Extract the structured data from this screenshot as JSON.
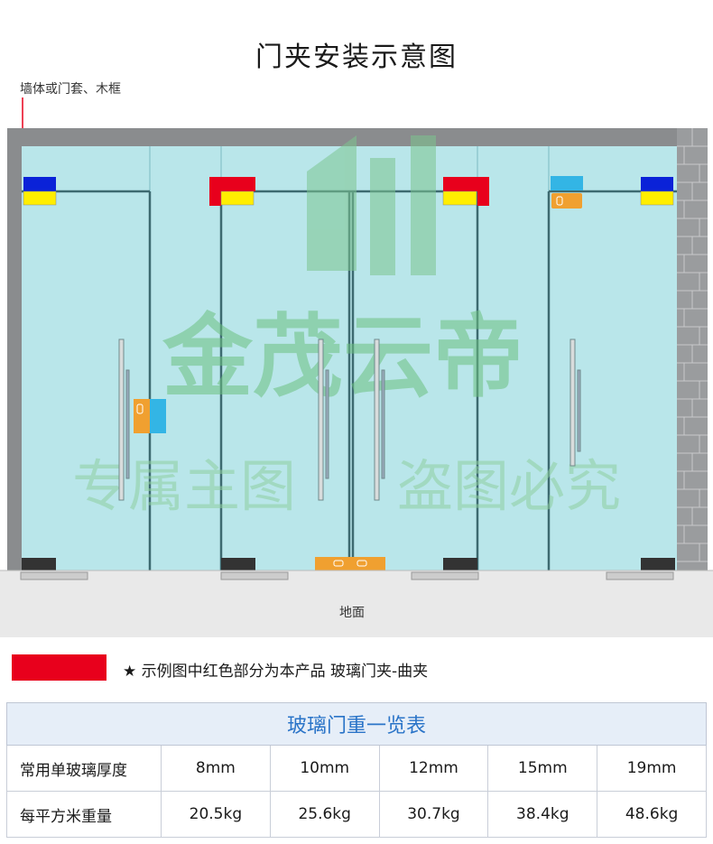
{
  "title": "门夹安装示意图",
  "wall_label": "墙体或门套、木框",
  "ground_label": "地面",
  "watermark": {
    "line1": "金茂云帝",
    "line2": "专属主图  盗图必究"
  },
  "legend": {
    "color": "#e8001c",
    "text": "★ 示例图中红色部分为本产品  玻璃门夹-曲夹"
  },
  "colors": {
    "glass": "#b9e6ea",
    "frame": "#7b7d80",
    "red": "#e8001c",
    "blue": "#0a22d8",
    "yellow": "#ffee00",
    "orange": "#f0a030",
    "cyan": "#33b5e5",
    "accent": "#2a74c8"
  },
  "table": {
    "caption": "玻璃门重一览表",
    "header": [
      "常用单玻璃厚度",
      "8mm",
      "10mm",
      "12mm",
      "15mm",
      "19mm"
    ],
    "row": [
      "每平方米重量",
      "20.5kg",
      "25.6kg",
      "30.7kg",
      "38.4kg",
      "48.6kg"
    ]
  }
}
